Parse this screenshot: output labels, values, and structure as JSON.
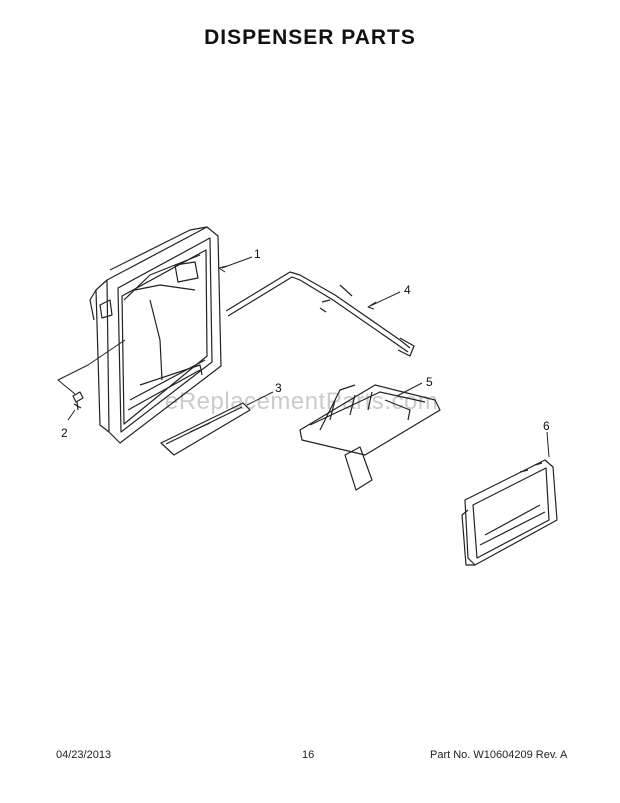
{
  "title": "DISPENSER PARTS",
  "callouts": [
    "1",
    "2",
    "3",
    "4",
    "5",
    "6"
  ],
  "watermark": "eReplacementParts.com",
  "footer": {
    "date": "04/23/2013",
    "page": "16",
    "part": "Part No. W10604209  Rev. A"
  }
}
